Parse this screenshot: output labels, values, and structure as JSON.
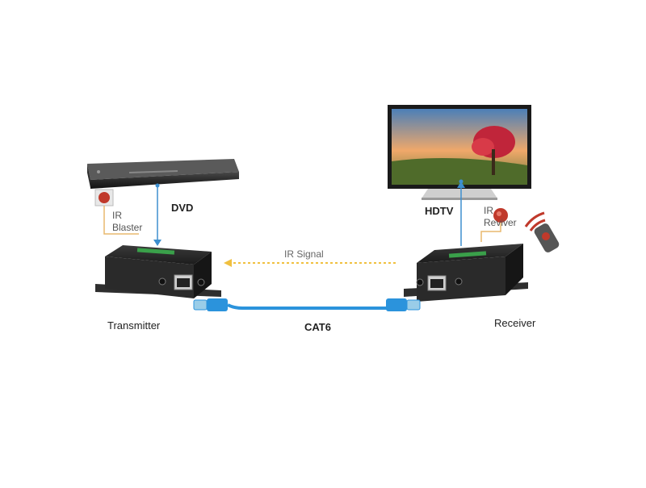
{
  "labels": {
    "dvd": "DVD",
    "hdtv": "HDTV",
    "ir_blaster_1": "IR",
    "ir_blaster_2": "Blaster",
    "ir_receiver_1": "IR",
    "ir_receiver_2": "Reviver",
    "ir_signal": "IR Signal",
    "transmitter": "Transmitter",
    "receiver": "Receiver",
    "cable": "CAT6"
  },
  "colors": {
    "cable": "#2b93dc",
    "link_line": "#3d8fcf",
    "ir_line": "#e9b96e",
    "ir_signal_arrow": "#f0c040",
    "device_body": "#2a2a2a",
    "ir_sensor": "#c0392b"
  }
}
